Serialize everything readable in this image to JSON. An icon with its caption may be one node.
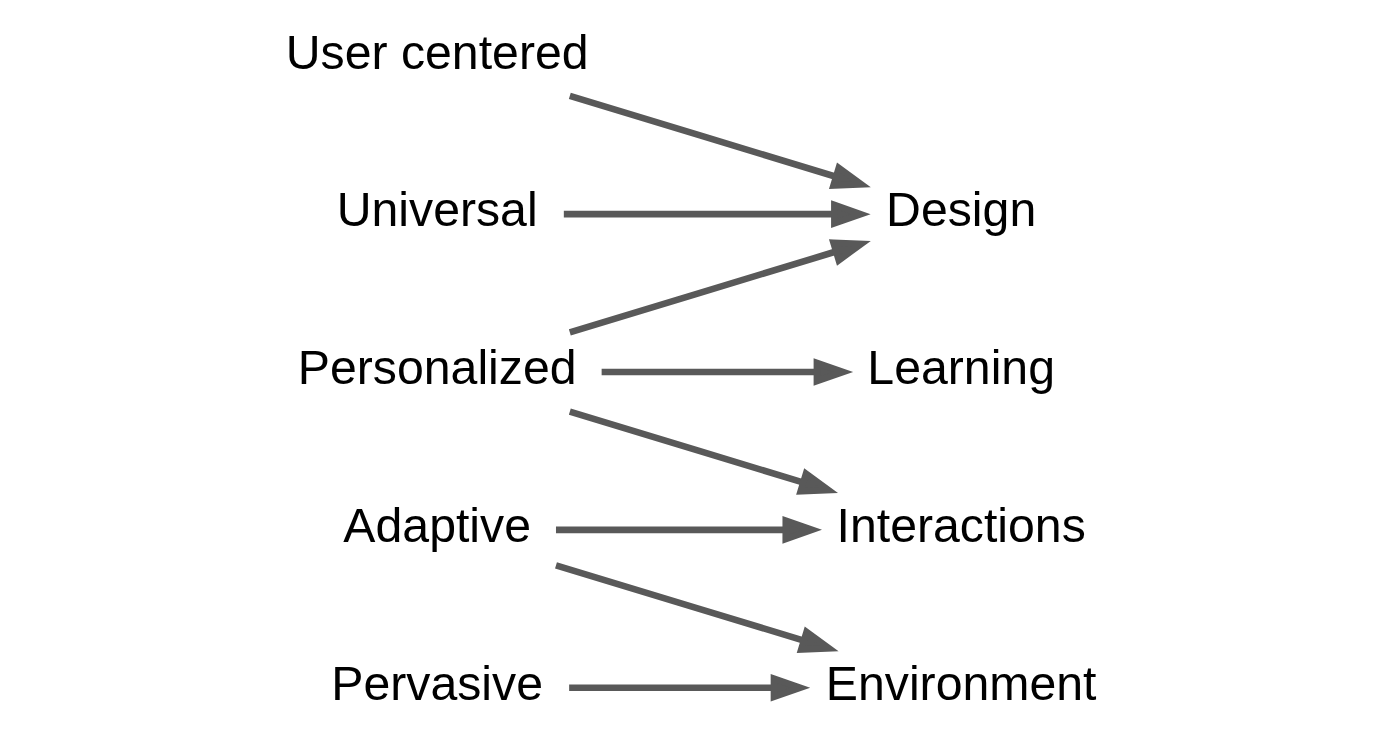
{
  "diagram": {
    "nodes": [
      {
        "text": [
          "Learning"
        ]
      },
      {
        "text": [
          "Adaptive"
        ]
      },
      {
        "text": [
          "Design"
        ]
      },
      {
        "text": [
          "Interactions"
        ]
      },
      {
        "text": [
          "Personalized"
        ]
      },
      {
        "text": [
          "User centered"
        ]
      },
      {
        "text": [
          "Pervasive"
        ]
      },
      {
        "text": [
          "Environment"
        ]
      },
      {
        "text": [
          "Universal"
        ]
      }
    ],
    "edges": [
      {
        "from": 1,
        "to": 3,
        "arrow": "to"
      },
      {
        "from": 4,
        "to": 0,
        "arrow": "to"
      },
      {
        "from": 4,
        "to": 3,
        "arrow": "to"
      },
      {
        "from": 4,
        "to": 2,
        "arrow": "to"
      },
      {
        "from": 1,
        "to": 7,
        "arrow": "to"
      },
      {
        "from": 8,
        "to": 2,
        "arrow": "to"
      },
      {
        "from": 5,
        "to": 2,
        "arrow": "to"
      },
      {
        "from": 6,
        "to": 7,
        "arrow": "to"
      }
    ]
  }
}
